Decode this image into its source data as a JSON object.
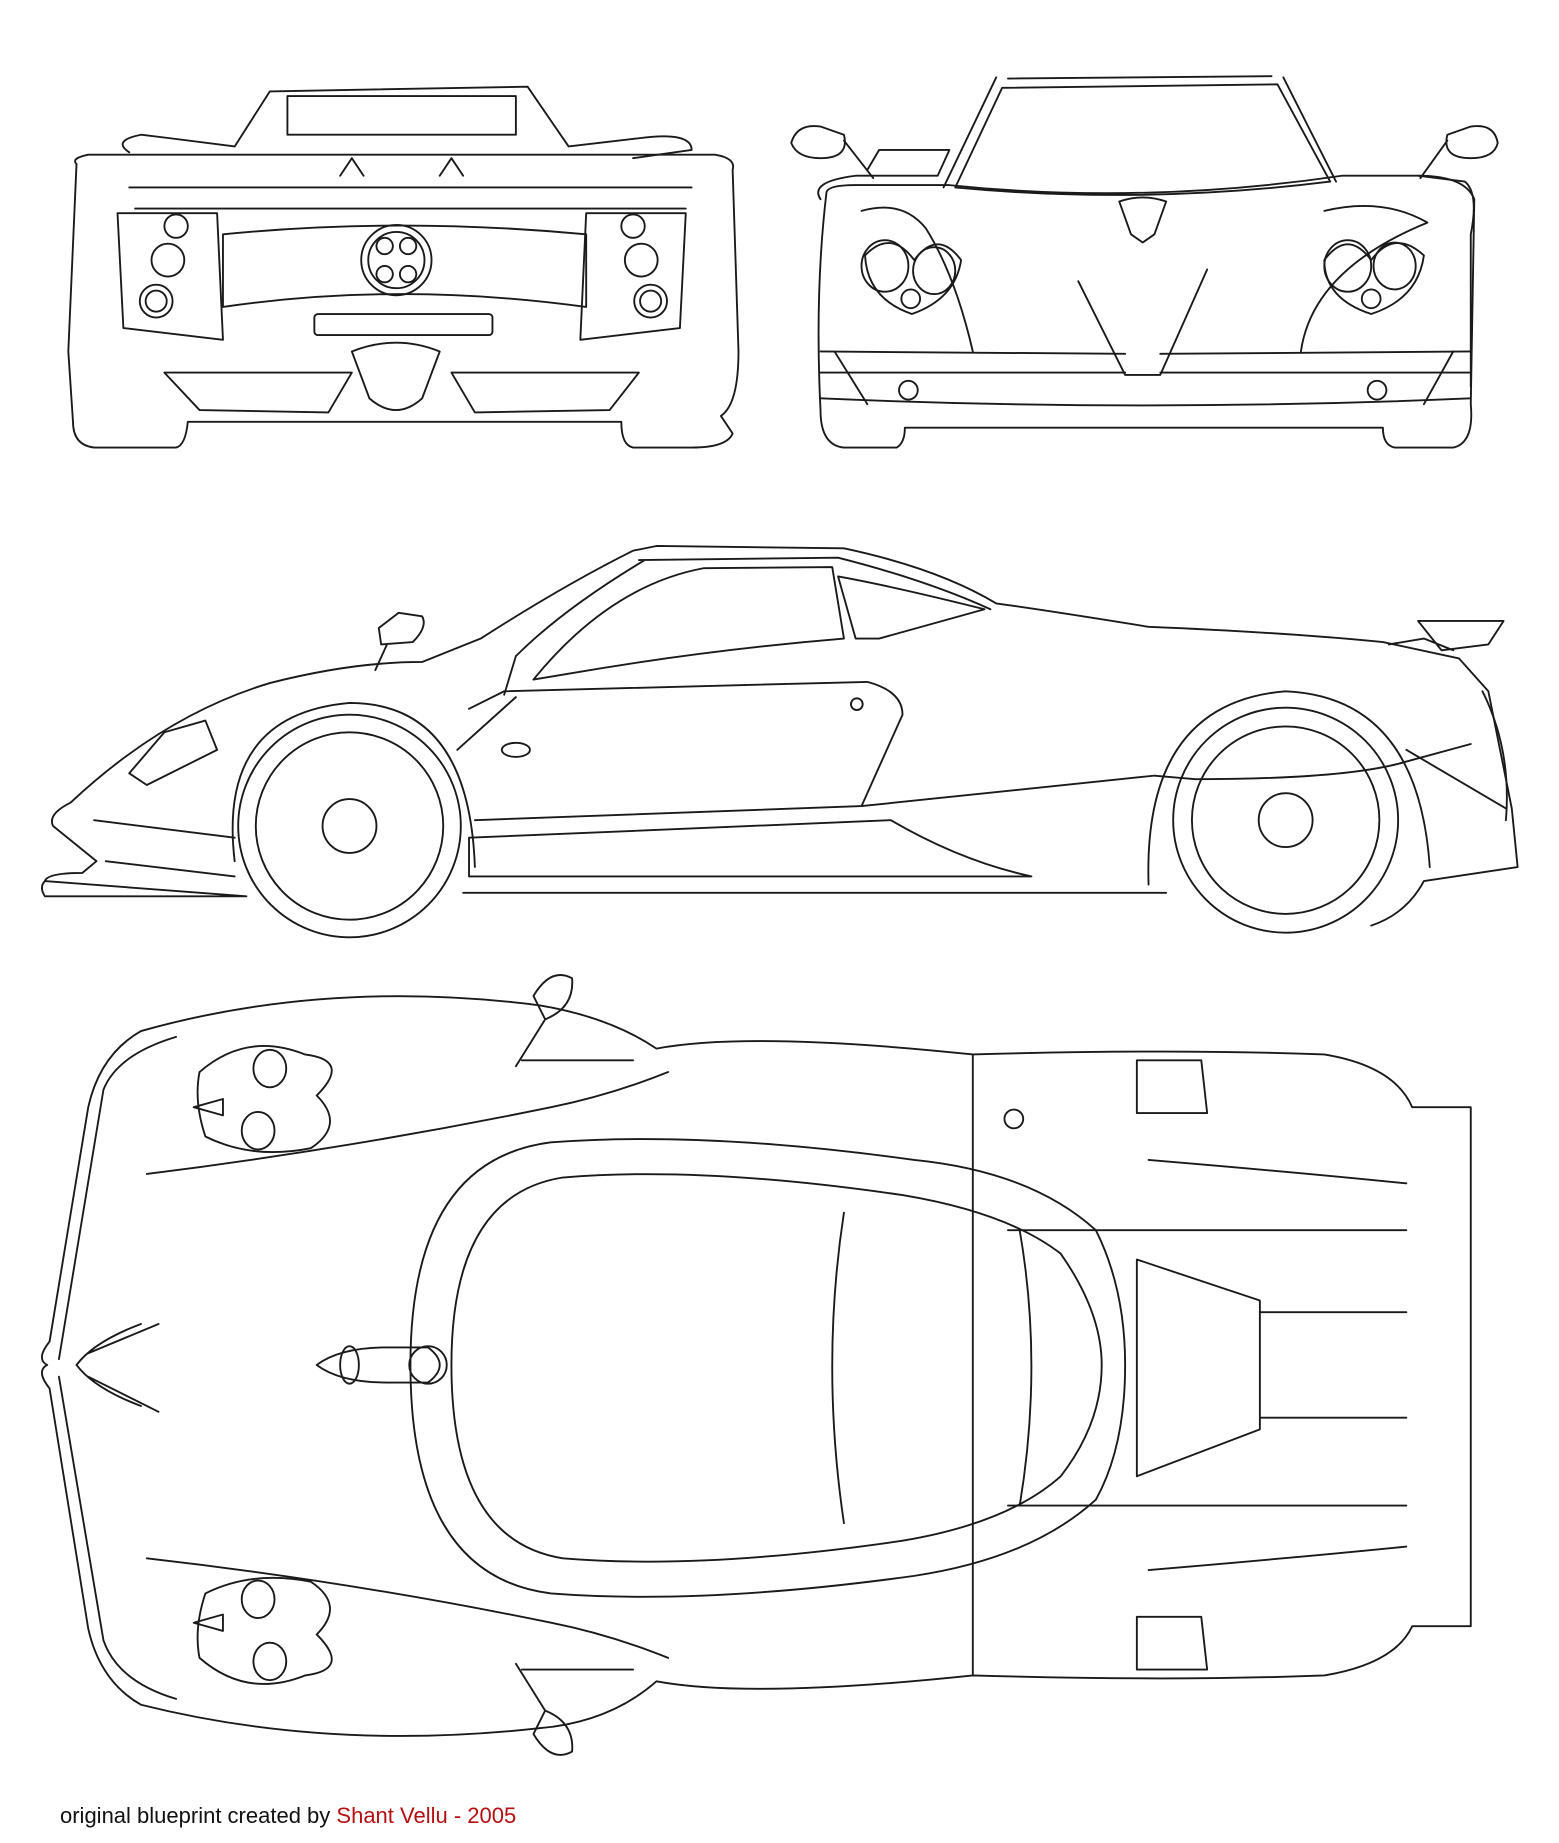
{
  "caption": {
    "prefix": "original blueprint created by",
    "author": "Shant Vellu - 2005"
  },
  "views": [
    "rear-view",
    "front-view",
    "side-view",
    "top-view"
  ],
  "colors": {
    "line": "#1a1a1a",
    "author": "#b50f12",
    "background": "#ffffff"
  }
}
